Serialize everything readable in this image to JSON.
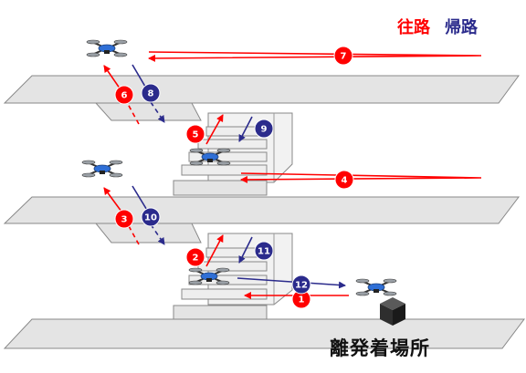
{
  "legend": {
    "outbound_label": "往路",
    "return_label": "帰路",
    "outbound_color": "#ff0000",
    "return_color": "#2b2b8c"
  },
  "site_label": "離発着場所",
  "markers": [
    {
      "number": "1",
      "leg": "outbound"
    },
    {
      "number": "2",
      "leg": "outbound"
    },
    {
      "number": "3",
      "leg": "outbound"
    },
    {
      "number": "4",
      "leg": "outbound"
    },
    {
      "number": "5",
      "leg": "outbound"
    },
    {
      "number": "6",
      "leg": "outbound"
    },
    {
      "number": "7",
      "leg": "outbound"
    },
    {
      "number": "8",
      "leg": "return"
    },
    {
      "number": "9",
      "leg": "return"
    },
    {
      "number": "10",
      "leg": "return"
    },
    {
      "number": "11",
      "leg": "return"
    },
    {
      "number": "12",
      "leg": "return"
    }
  ],
  "icons": [
    "drone-icon",
    "takeoff-box-icon"
  ]
}
